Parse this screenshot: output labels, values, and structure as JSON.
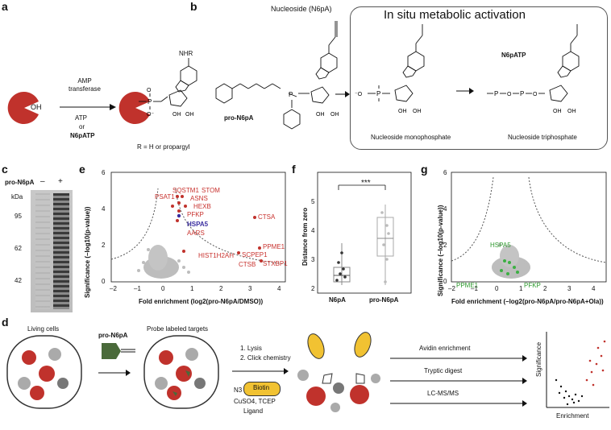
{
  "panels": {
    "a": "a",
    "b": "b",
    "c": "c",
    "d": "d",
    "e": "e",
    "f": "f",
    "g": "g"
  },
  "a": {
    "enzyme": "AMP transferase",
    "substrates": [
      "ATP",
      "or",
      "N6pATP"
    ],
    "r_note": "R = H or propargyl",
    "nhr": "NHR",
    "oh": "OH"
  },
  "b": {
    "nucleoside_label": "Nucleoside (N6pA)",
    "box_title": "In situ metabolic activation",
    "pro_label": "pro-N6pA",
    "n6patp": "N6pATP",
    "mono": "Nucleoside monophosphate",
    "tri": "Nucleoside triphosphate"
  },
  "c": {
    "header": "pro-N6pA",
    "minus": "–",
    "plus": "+",
    "kda": "kDa",
    "markers": [
      "95",
      "62",
      "42"
    ]
  },
  "e": {
    "ylabel": "Significance (–log10(p-value))",
    "xlabel": "Fold enrichment (log2(pro-N6pA/DMSO))",
    "yticks": [
      "0",
      "2",
      "4",
      "6"
    ],
    "xticks": [
      "–2",
      "–1",
      "0",
      "1",
      "2",
      "3",
      "4"
    ],
    "genes": [
      "SQSTM1",
      "STOM",
      "ASNS",
      "PSAT1",
      "HEXB",
      "PFKP",
      "HSPA5",
      "AARS",
      "CTSA",
      "PPME1",
      "HIST1H2AH",
      "SCPEP1",
      "STXBP1",
      "CTSB"
    ]
  },
  "f": {
    "ylabel": "Distance from zero",
    "yticks": [
      "2",
      "3",
      "4",
      "5"
    ],
    "categories": [
      "N6pA",
      "pro-N6pA"
    ],
    "sig": "***"
  },
  "g": {
    "ylabel": "Significance (–log10(p-value))",
    "xlabel": "Fold enrichment (–log2(pro-N6pA/pro-N6pA+Ola))",
    "yticks": [
      "0",
      "2",
      "4",
      "6"
    ],
    "xticks": [
      "–2",
      "–1",
      "0",
      "1",
      "2",
      "3",
      "4"
    ],
    "genes": [
      "HSPA5",
      "PPME1",
      "PFKP"
    ]
  },
  "d": {
    "living": "Living cells",
    "probe": "pro-N6pA",
    "labeled": "Probe labeled targets",
    "steps": [
      "1. Lysis",
      "2. Click chemistry"
    ],
    "biotin": "Biotin",
    "n3": "N3",
    "reagents": "CuSO4, TCEP",
    "ligand": "Ligand",
    "avidin": "Avidin enrichment",
    "tryptic": "Tryptic digest",
    "lcms": "LC-MS/MS",
    "sig_axis": "Significance",
    "enr_axis": "Enrichment"
  },
  "colors": {
    "red": "#c0322c",
    "green": "#3cb043",
    "blue": "#3a2ea0",
    "grey": "#b5b5b5",
    "probe": "#4a6a3a"
  }
}
